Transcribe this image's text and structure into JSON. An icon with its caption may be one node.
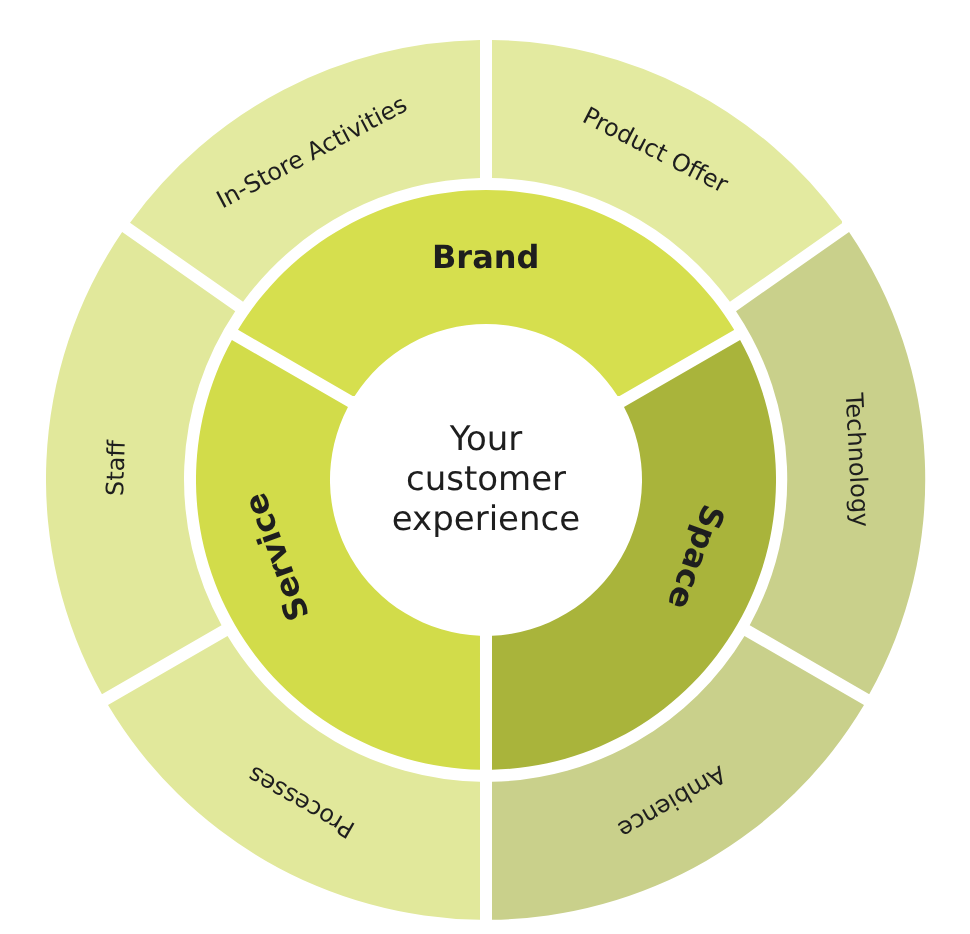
{
  "diagram": {
    "nodes": [
      {
        "text": [
          "Your customer experience"
        ]
      },
      {
        "text": [
          "Brand"
        ]
      },
      {
        "text": [
          "Service"
        ]
      },
      {
        "text": [
          "Space"
        ]
      },
      {
        "text": [
          "In-Store Activities"
        ]
      },
      {
        "text": [
          "Product Offer"
        ]
      },
      {
        "text": [
          "Technology"
        ]
      },
      {
        "text": [
          "Ambience"
        ]
      },
      {
        "text": [
          "Processes"
        ]
      },
      {
        "text": [
          "Staff"
        ]
      }
    ]
  }
}
